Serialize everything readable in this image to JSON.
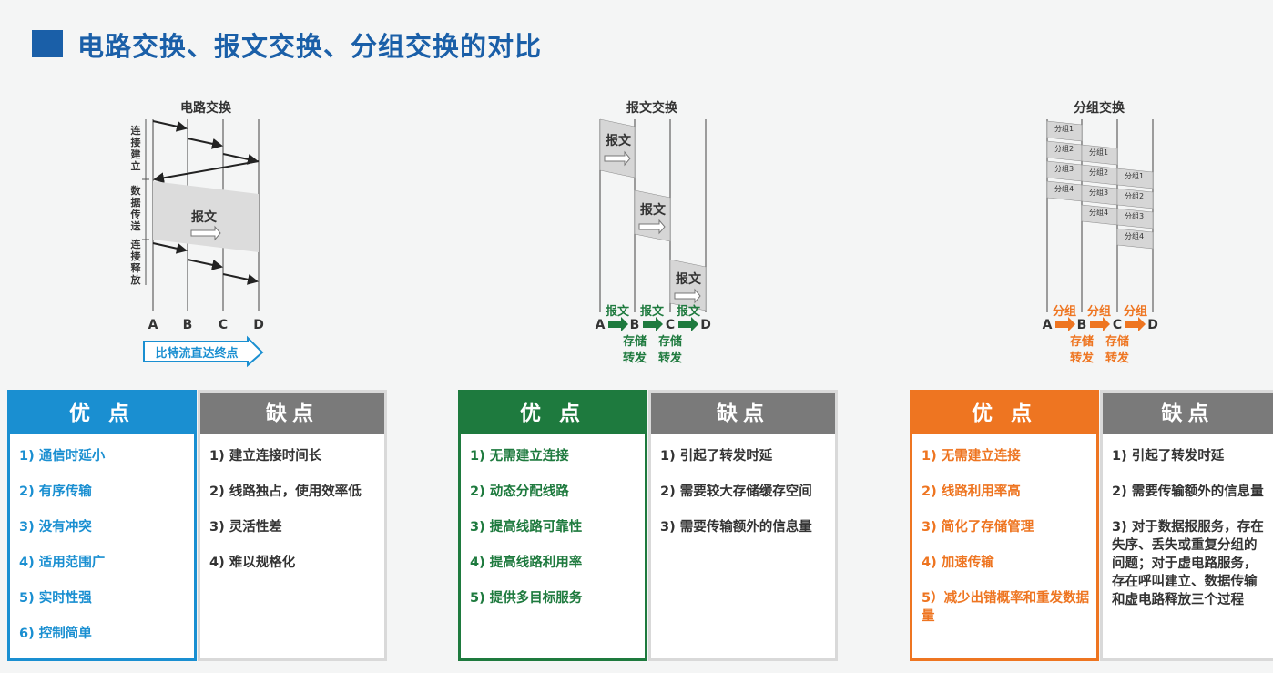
{
  "title": "电路交换、报文交换、分组交换的对比",
  "colors": {
    "title": "#1a5fa8",
    "circuit": "#1a8fd1",
    "message": "#1e7a3e",
    "packet": "#ee7521",
    "cons": "#7a7a7a"
  },
  "diagrams": {
    "circuit": {
      "title": "电路交换",
      "nodes": [
        "A",
        "B",
        "C",
        "D"
      ],
      "phases": [
        "连接建立",
        "数据传送",
        "连接释放"
      ],
      "message_label": "报文",
      "bit_stream": "比特流直达终点"
    },
    "message": {
      "title": "报文交换",
      "nodes": [
        "A",
        "B",
        "C",
        "D"
      ],
      "message_label": "报文",
      "hop_label": "报文",
      "store_forward_1": "存储",
      "store_forward_2": "转发"
    },
    "packet": {
      "title": "分组交换",
      "nodes": [
        "A",
        "B",
        "C",
        "D"
      ],
      "packets": [
        "分组1",
        "分组2",
        "分组3",
        "分组4"
      ],
      "hop_label": "分组",
      "store_forward_1": "存储",
      "store_forward_2": "转发"
    }
  },
  "panels": {
    "circuit": {
      "pros_title": "优 点",
      "pros": [
        "1) 通信时延小",
        "2) 有序传输",
        "3) 没有冲突",
        "4) 适用范围广",
        "5) 实时性强",
        "6) 控制简单"
      ],
      "cons_title": "缺点",
      "cons": [
        "1) 建立连接时间长",
        "2) 线路独占，使用效率低",
        "3) 灵活性差",
        "4) 难以规格化"
      ]
    },
    "message": {
      "pros_title": "优 点",
      "pros": [
        "1) 无需建立连接",
        "2) 动态分配线路",
        "3) 提高线路可靠性",
        "4) 提高线路利用率",
        "5) 提供多目标服务"
      ],
      "cons_title": "缺点",
      "cons": [
        "1) 引起了转发时延",
        "2) 需要较大存储缓存空间",
        "3) 需要传输额外的信息量"
      ]
    },
    "packet": {
      "pros_title": "优 点",
      "pros": [
        "1) 无需建立连接",
        "2) 线路利用率高",
        "3) 简化了存储管理",
        "4) 加速传输",
        "5）减少出错概率和重发数据量"
      ],
      "cons_title": "缺点",
      "cons": [
        "1) 引起了转发时延",
        "2) 需要传输额外的信息量",
        "3) 对于数据报服务，存在失序、丢失或重复分组的问题；对于虚电路服务，存在呼叫建立、数据传输和虚电路释放三个过程"
      ]
    }
  }
}
